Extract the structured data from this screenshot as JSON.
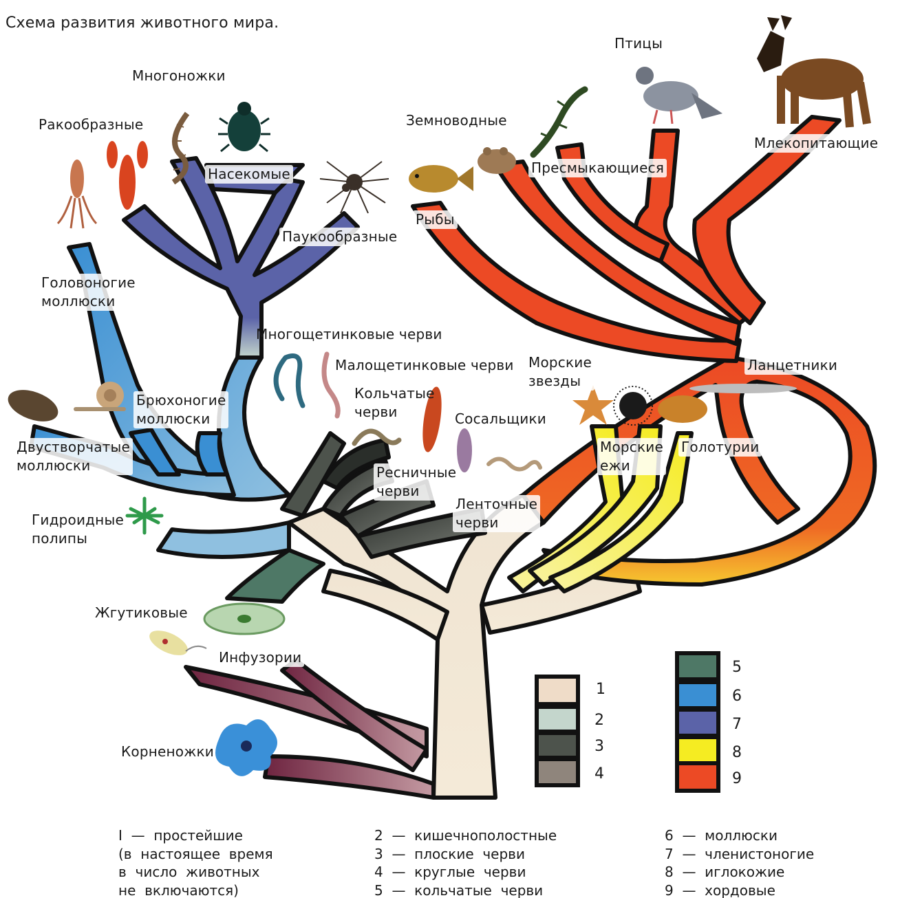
{
  "title": "Схема развития животного мира.",
  "labels": {
    "mnogonozhki": "Многоножки",
    "rakoobraznye": "Ракообразные",
    "nasekomye": "Насекомые",
    "paukoobraznye": "Паукообразные",
    "golovonogie": "Головоногие\nмоллюски",
    "bryuhonogie": "Брюхоногие\nмоллюски",
    "dvustvorchatye": "Двустворчатые\nмоллюски",
    "gidroidnye": "Гидроидные\nполипы",
    "mnogoshchetinkovye": "Многощетинковые  черви",
    "maloshchetinkovye": "Малощетинковые  черви",
    "kolchatye": "Кольчатые\nчерви",
    "sosalshchiki": "Сосальщики",
    "resnichnye": "Ресничные\nчерви",
    "lentochnye": "Ленточные\nчерви",
    "zhgutikovye": "Жгутиковые",
    "infuzorii": "Инфузории",
    "kornenozhki": "Корненожки",
    "ptitsy": "Птицы",
    "zemnovodnye": "Земноводные",
    "presmykayushchiesya": "Пресмыкающиеся",
    "mlekopitayushchie": "Млекопитающие",
    "ryby": "Рыбы",
    "morskie_zvezdy": "Морские\nзвезды",
    "lantsetniki": "Ланцетники",
    "morskie_ezhi": "Морские\nежи",
    "goloturii": "Голотурии"
  },
  "legend": {
    "swatches": [
      {
        "num": "1",
        "color": "#efdcc8"
      },
      {
        "num": "2",
        "color": "#c4d6cc"
      },
      {
        "num": "3",
        "color": "#4d534c"
      },
      {
        "num": "4",
        "color": "#8f857c"
      },
      {
        "num": "5",
        "color": "#4e7866"
      },
      {
        "num": "6",
        "color": "#3a8fd3"
      },
      {
        "num": "7",
        "color": "#5b63a8"
      },
      {
        "num": "8",
        "color": "#f5ec22"
      },
      {
        "num": "9",
        "color": "#ec4a25"
      }
    ],
    "text_col1": "I  —  простейшие\n(в  настоящее  время\nв  число  животных\nне  включаются)",
    "text_col2": "2  —  кишечнополостные\n3  —  плоские  черви\n4  —  круглые  черви\n5  —  кольчатые  черви",
    "text_col3": "6  —  моллюски\n7  —  членистоногие\n8  —  иглокожие\n9  —  хордовые"
  },
  "colors": {
    "protozoa": "#efdcc8",
    "coelenterates": "#c4d6cc",
    "flatworms": "#4d534c",
    "roundworms": "#8f857c",
    "annelids": "#4e7866",
    "molluscs": "#3a8fd3",
    "arthropods": "#5b63a8",
    "echinoderms": "#f5ec22",
    "chordates": "#ec4a25",
    "protozoa_branch": "#7a2d45"
  },
  "icons": [
    "centipede-icon",
    "beetle-icon",
    "crayfish-icon",
    "squid-icon",
    "spider-icon",
    "fish-icon",
    "frog-icon",
    "lizard-icon",
    "pigeon-icon",
    "dog-icon",
    "clam-icon",
    "snail-icon",
    "hydra-icon",
    "polychaete-worm-icon",
    "oligochaete-worm-icon",
    "earthworm-icon",
    "fluke-icon",
    "tapeworm-icon",
    "roundworm-icon",
    "starfish-icon",
    "sea-urchin-icon",
    "sea-cucumber-icon",
    "lancelet-icon",
    "paramecium-icon",
    "euglena-icon",
    "amoeba-icon"
  ]
}
